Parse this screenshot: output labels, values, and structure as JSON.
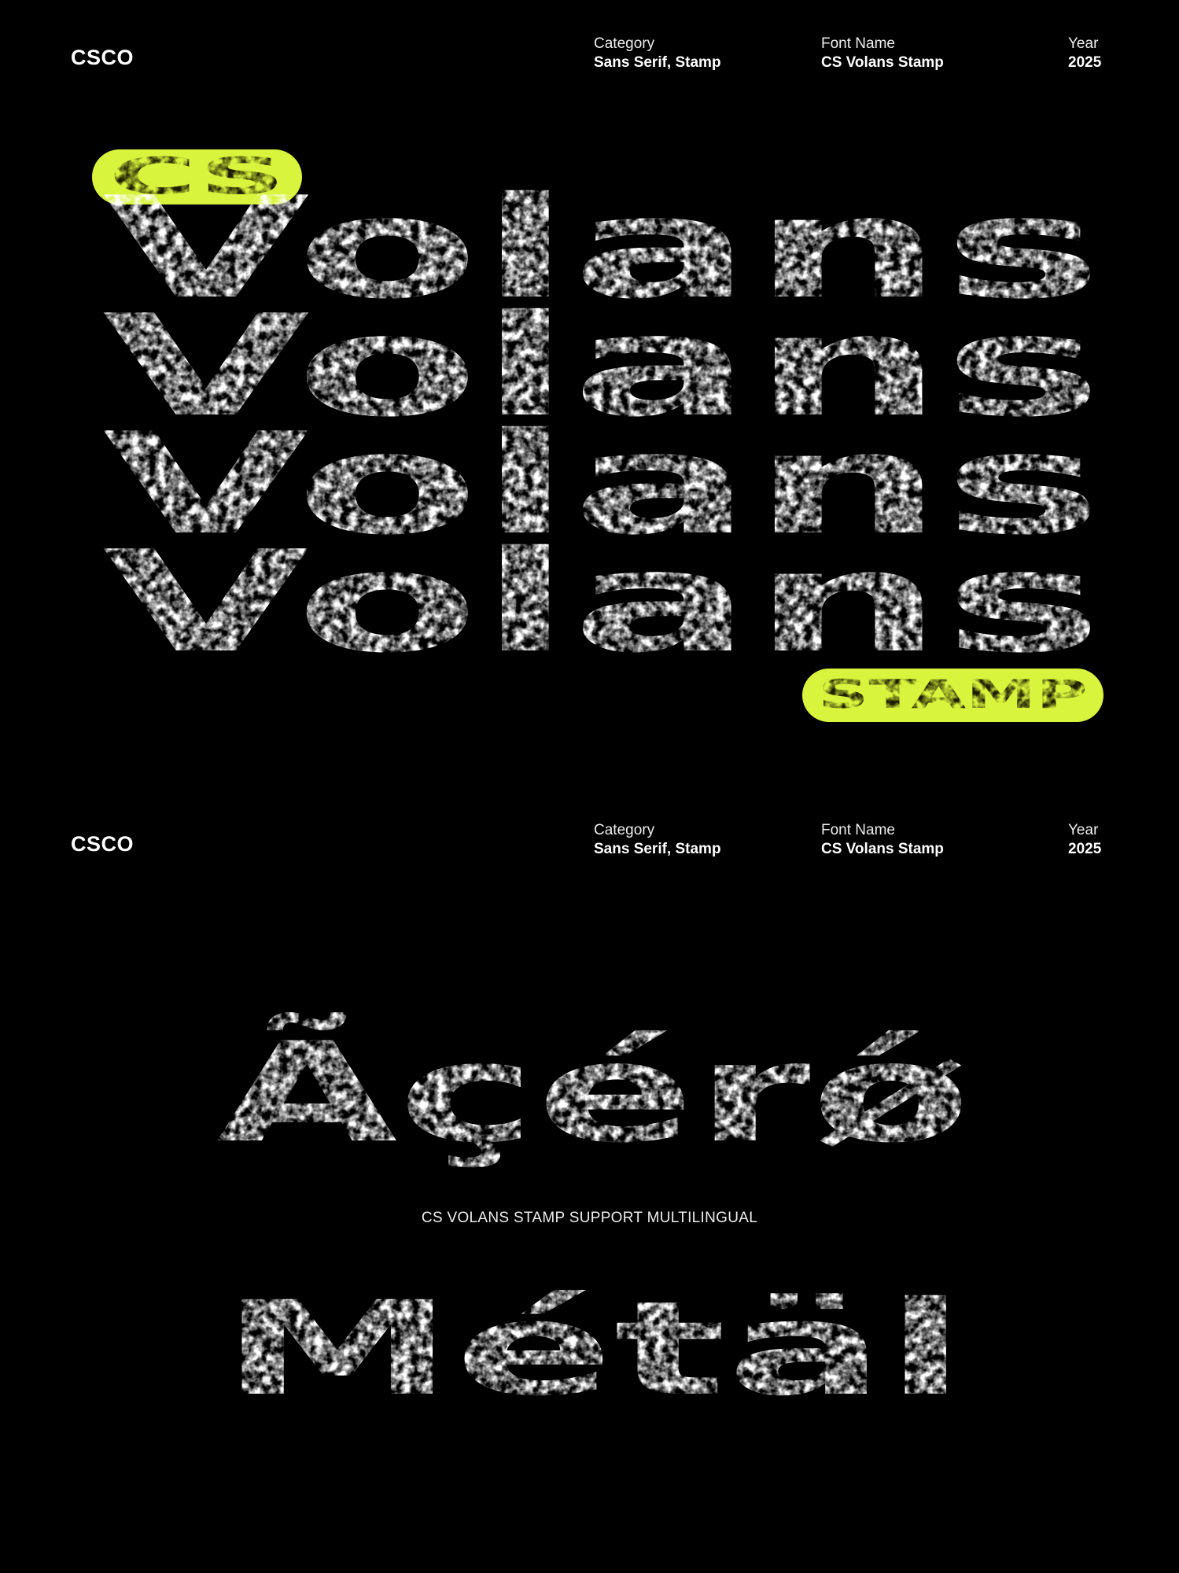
{
  "headers": [
    {
      "logo": "CSCO",
      "category_label": "Category",
      "category_value": "Sans Serif, Stamp",
      "font_label": "Font Name",
      "font_value": "CS Volans Stamp",
      "year_label": "Year",
      "year_value": "2025"
    },
    {
      "logo": "CSCO",
      "category_label": "Category",
      "category_value": "Sans Serif, Stamp",
      "font_label": "Font Name",
      "font_value": "CS Volans Stamp",
      "year_label": "Year",
      "year_value": "2025"
    }
  ],
  "hero": {
    "badge_top": "CS",
    "lines": [
      "Volans",
      "Volans",
      "Volans",
      "Volans"
    ],
    "badge_bottom": "STAMP"
  },
  "specimen": {
    "glyphs": "Ãçérǿ",
    "caption": "CS VOLANS STAMP SUPPORT MULTILINGUAL",
    "word": "Métäl"
  },
  "colors": {
    "accent": "#D8F43C",
    "background": "#000000",
    "text": "#FFFFFF"
  }
}
